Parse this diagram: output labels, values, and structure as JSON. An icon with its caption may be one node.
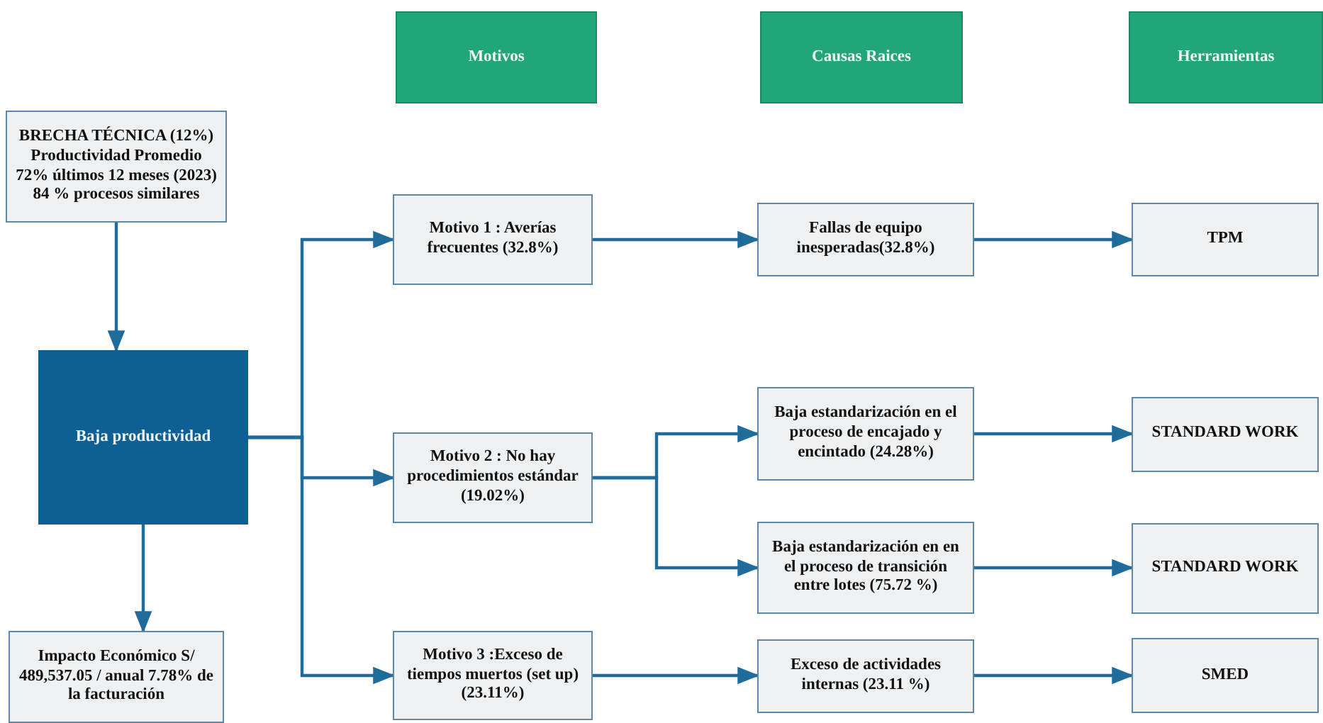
{
  "diagram": {
    "nodes": [
      {
        "text": [
          "Motivos"
        ]
      },
      {
        "text": [
          "Causas Raices"
        ]
      },
      {
        "text": [
          "Herramientas"
        ]
      },
      {
        "text": [
          "BRECHA TÉCNICA (12%) Productividad Promedio 72% últimos 12 meses (2023) 84 % procesos similares"
        ]
      },
      {
        "text": [
          "Baja productividad"
        ]
      },
      {
        "text": [
          "Impacto Económico S/ 489,537.05 / anual 7.78% de la facturación"
        ]
      },
      {
        "text": [
          "Motivo 1 : Averías frecuentes (32.8%)"
        ]
      },
      {
        "text": [
          "Motivo 2 : No hay procedimientos estándar (19.02%)"
        ]
      },
      {
        "text": [
          "Motivo 3 :Exceso de tiempos muertos (set up) (23.11%)"
        ]
      },
      {
        "text": [
          "Fallas de equipo inesperadas(32.8%)"
        ]
      },
      {
        "text": [
          "Baja estandarización en el proceso de encajado y encintado (24.28%)"
        ]
      },
      {
        "text": [
          "Baja estandarización en en el proceso de transición entre lotes (75.72 %)"
        ]
      },
      {
        "text": [
          "Exceso de actividades internas (23.11 %)"
        ]
      },
      {
        "text": [
          "TPM"
        ]
      },
      {
        "text": [
          "STANDARD WORK"
        ]
      },
      {
        "text": [
          "STANDARD WORK"
        ]
      },
      {
        "text": [
          "SMED"
        ]
      }
    ],
    "edges": [
      {
        "from": 3,
        "to": 4,
        "arrow": "to"
      },
      {
        "from": 4,
        "to": 5,
        "arrow": "to"
      },
      {
        "from": 4,
        "to": 6,
        "arrow": "to"
      },
      {
        "from": 4,
        "to": 7,
        "arrow": "to"
      },
      {
        "from": 4,
        "to": 8,
        "arrow": "to"
      },
      {
        "from": 6,
        "to": 9,
        "arrow": "to"
      },
      {
        "from": 7,
        "to": 10,
        "arrow": "to"
      },
      {
        "from": 7,
        "to": 11,
        "arrow": "to"
      },
      {
        "from": 8,
        "to": 12,
        "arrow": "to"
      },
      {
        "from": 9,
        "to": 13,
        "arrow": "to"
      },
      {
        "from": 10,
        "to": 14,
        "arrow": "to"
      },
      {
        "from": 11,
        "to": 15,
        "arrow": "to"
      },
      {
        "from": 12,
        "to": 16,
        "arrow": "to"
      }
    ]
  }
}
